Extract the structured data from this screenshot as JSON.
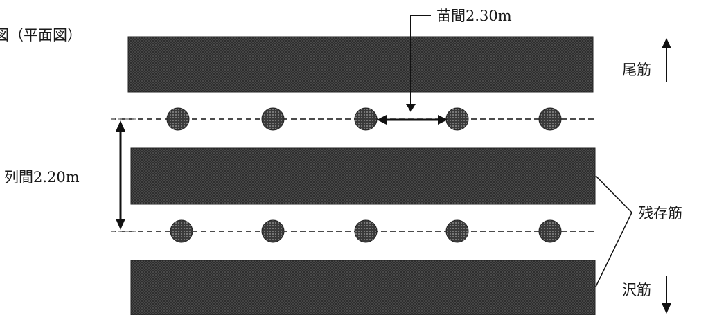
{
  "title": "図（平面図）",
  "labels": {
    "seedling_spacing": "苗間2.30m",
    "row_spacing": "列間2.20m",
    "residual_strip": "残存筋",
    "upslope": "尾筋",
    "downslope": "沢筋"
  },
  "seedling_rows": [
    {
      "count": 5
    },
    {
      "count": 5
    }
  ],
  "colors": {
    "strip": "#3a3a3a",
    "seedling": "#555555",
    "line": "#111111"
  }
}
